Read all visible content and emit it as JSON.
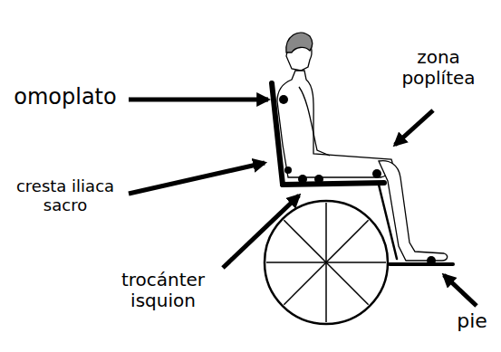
{
  "diagram": {
    "labels": [
      "omoplato",
      "zona poplítea",
      "cresta iliaca sacro",
      "trocánter isquion",
      "pie"
    ]
  }
}
